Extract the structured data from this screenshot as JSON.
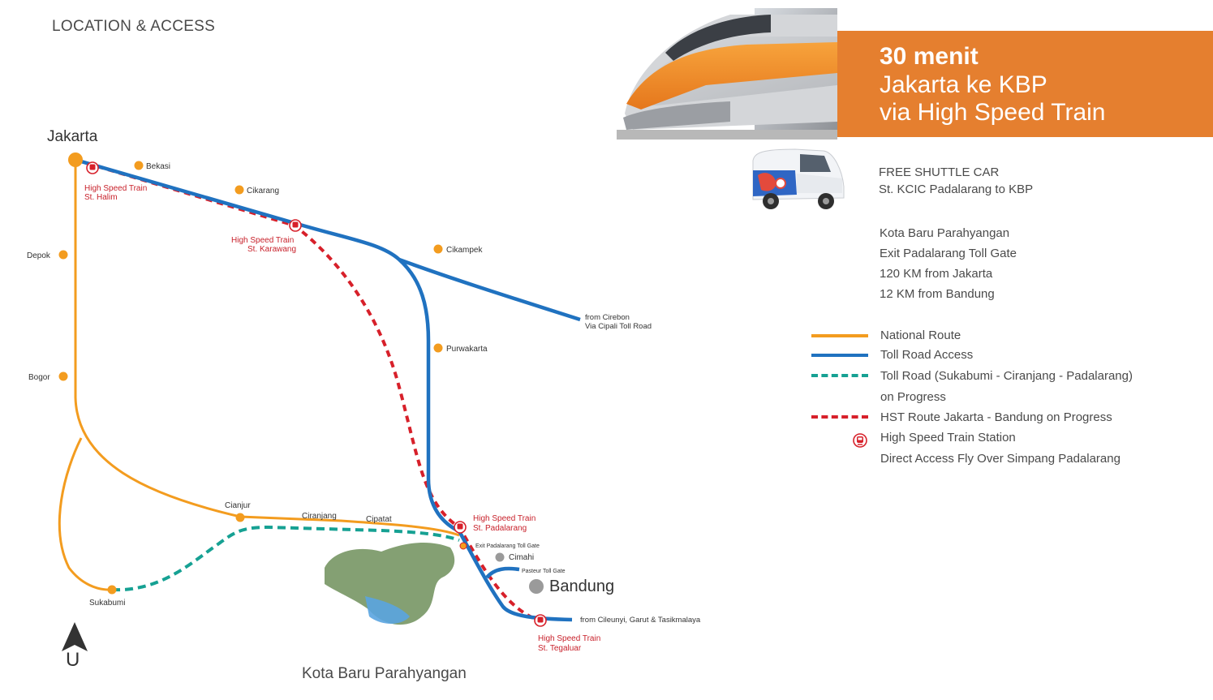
{
  "header": {
    "title": "LOCATION & ACCESS"
  },
  "hero": {
    "line1": "30 menit",
    "line2": "Jakarta ke KBP",
    "line3": "via High Speed Train",
    "accent_color": "#e57f2f"
  },
  "shuttle": {
    "title": "FREE SHUTTLE CAR",
    "subtitle": "St. KCIC Padalarang to KBP"
  },
  "location_info": [
    "Kota Baru Parahyangan",
    "Exit Padalarang Toll Gate",
    "120 KM from Jakarta",
    "12 KM from Bandung"
  ],
  "legend": {
    "national_route": "National Route",
    "toll_road": "Toll Road Access",
    "toll_progress_1": "Toll Road (Sukabumi - Ciranjang - Padalarang)",
    "toll_progress_2": "on Progress",
    "hst_route": "HST Route Jakarta - Bandung on Progress",
    "station": "High Speed Train Station",
    "fly_over": "Direct Access Fly Over Simpang Padalarang"
  },
  "colors": {
    "national_route": "#f39c1f",
    "toll_road": "#2072c0",
    "toll_progress": "#16a193",
    "hst_route": "#d7202a",
    "city_dot": "#f39c1f",
    "grey_dot": "#9a9a9a"
  },
  "map": {
    "cities": {
      "jakarta": "Jakarta",
      "bekasi": "Bekasi",
      "cikarang": "Cikarang",
      "cikampek": "Cikampek",
      "purwakarta": "Purwakarta",
      "depok": "Depok",
      "bogor": "Bogor",
      "cianjur": "Cianjur",
      "ciranjang": "Ciranjang",
      "cipatat": "Cipatat",
      "sukabumi": "Sukabumi",
      "cimahi": "Cimahi",
      "bandung": "Bandung"
    },
    "stations": {
      "halim_1": "High Speed Train",
      "halim_2": "St. Halim",
      "karawang_1": "High Speed Train",
      "karawang_2": "St. Karawang",
      "padalarang_1": "High Speed Train",
      "padalarang_2": "St. Padalarang",
      "tegaluar_1": "High Speed Train",
      "tegaluar_2": "St. Tegaluar"
    },
    "roads": {
      "cirebon_1": "from Cirebon",
      "cirebon_2": "Via Cipali Toll Road",
      "cileunyi": "from Cileunyi, Garut & Tasikmalaya",
      "exit_padalarang": "Exit Padalarang Toll Gate",
      "pasteur": "Pasteur Toll Gate"
    },
    "compass_letter": "U",
    "caption": "Kota Baru Parahyangan"
  }
}
